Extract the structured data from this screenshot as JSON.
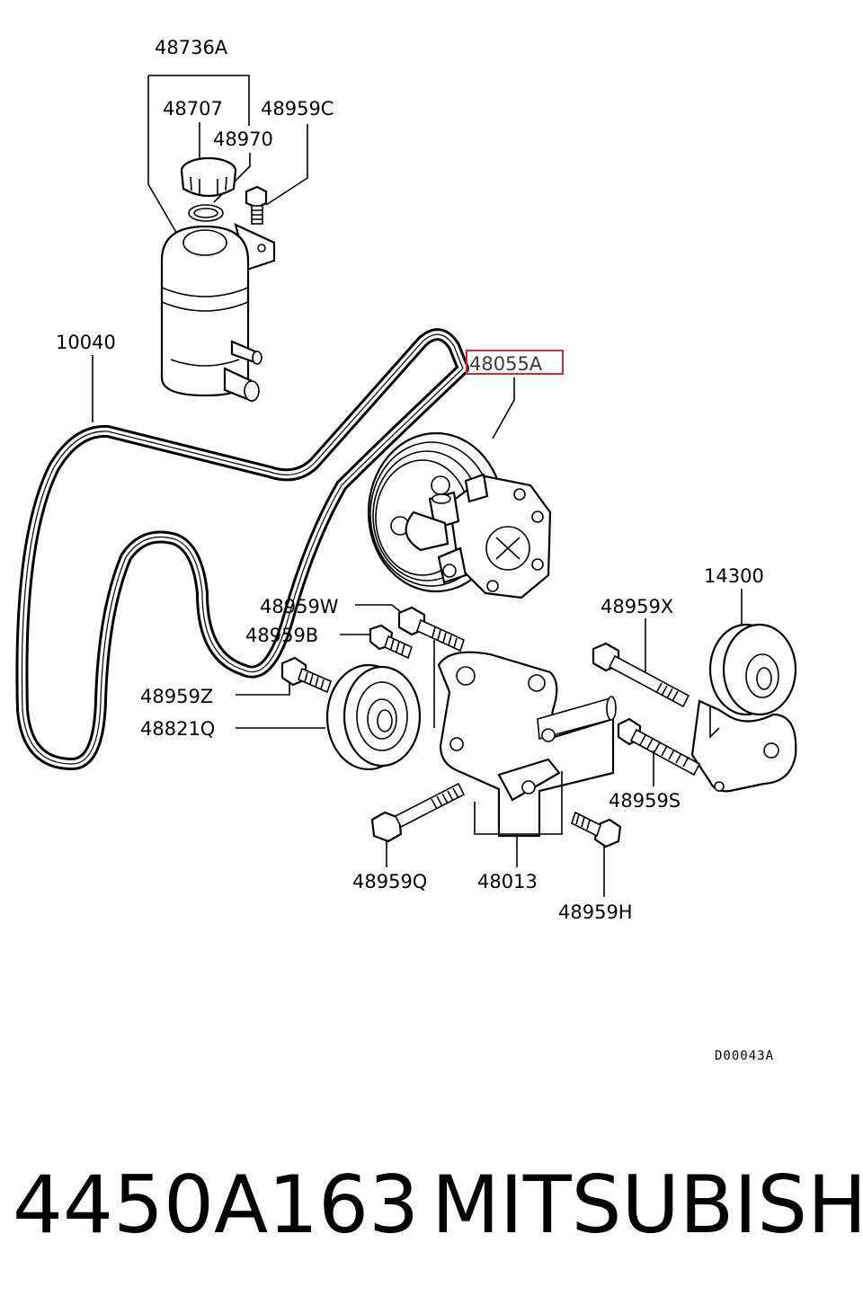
{
  "parts": {
    "p48736A": "48736A",
    "p48707": "48707",
    "p48959C": "48959C",
    "p48970": "48970",
    "p10040": "10040",
    "p48055A": "48055A",
    "p14300": "14300",
    "p48959W": "48959W",
    "p48959B": "48959B",
    "p48959X": "48959X",
    "p48959Z": "48959Z",
    "p48821Q": "48821Q",
    "p48959S": "48959S",
    "p48959Q": "48959Q",
    "p48013": "48013",
    "p48959H": "48959H"
  },
  "diagram_code": "D00043A",
  "caption": {
    "part_number": "4450A163",
    "brand": "MITSUBISHI"
  },
  "highlight": {
    "part": "48055A",
    "color": "#d9263a"
  }
}
